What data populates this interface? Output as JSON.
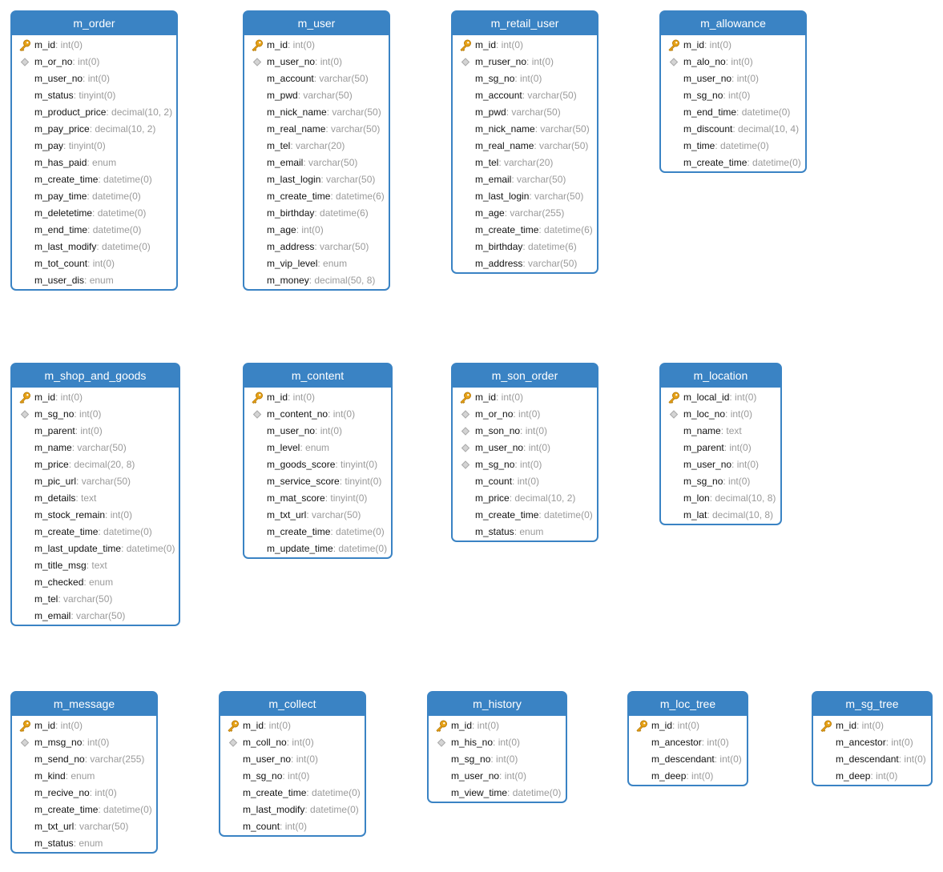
{
  "colors": {
    "header": "#3a83c4",
    "key": "#e0a020",
    "index": "#b8b8b8",
    "type_text": "#9a9a9a"
  },
  "icons": {
    "primary_key": "key-icon",
    "indexed": "diamond-icon"
  },
  "tables": [
    {
      "name": "m_order",
      "columns": [
        {
          "name": "m_id",
          "type": ": int(0)",
          "key": "pk"
        },
        {
          "name": "m_or_no",
          "type": ": int(0)",
          "key": "idx"
        },
        {
          "name": "m_user_no",
          "type": ": int(0)",
          "key": ""
        },
        {
          "name": "m_status",
          "type": ": tinyint(0)",
          "key": ""
        },
        {
          "name": "m_product_price",
          "type": ": decimal(10, 2)",
          "key": ""
        },
        {
          "name": "m_pay_price",
          "type": ": decimal(10, 2)",
          "key": ""
        },
        {
          "name": "m_pay",
          "type": ": tinyint(0)",
          "key": ""
        },
        {
          "name": "m_has_paid",
          "type": ": enum",
          "key": ""
        },
        {
          "name": "m_create_time",
          "type": ": datetime(0)",
          "key": ""
        },
        {
          "name": "m_pay_time",
          "type": ": datetime(0)",
          "key": ""
        },
        {
          "name": "m_deletetime",
          "type": ": datetime(0)",
          "key": ""
        },
        {
          "name": "m_end_time",
          "type": ": datetime(0)",
          "key": ""
        },
        {
          "name": "m_last_modify",
          "type": ": datetime(0)",
          "key": ""
        },
        {
          "name": "m_tot_count",
          "type": ": int(0)",
          "key": ""
        },
        {
          "name": "m_user_dis",
          "type": ": enum",
          "key": ""
        }
      ]
    },
    {
      "name": "m_user",
      "columns": [
        {
          "name": "m_id",
          "type": ": int(0)",
          "key": "pk"
        },
        {
          "name": "m_user_no",
          "type": ": int(0)",
          "key": "idx"
        },
        {
          "name": "m_account",
          "type": ": varchar(50)",
          "key": ""
        },
        {
          "name": "m_pwd",
          "type": ": varchar(50)",
          "key": ""
        },
        {
          "name": "m_nick_name",
          "type": ": varchar(50)",
          "key": ""
        },
        {
          "name": "m_real_name",
          "type": ": varchar(50)",
          "key": ""
        },
        {
          "name": "m_tel",
          "type": ": varchar(20)",
          "key": ""
        },
        {
          "name": "m_email",
          "type": ": varchar(50)",
          "key": ""
        },
        {
          "name": "m_last_login",
          "type": ": varchar(50)",
          "key": ""
        },
        {
          "name": "m_create_time",
          "type": ": datetime(6)",
          "key": ""
        },
        {
          "name": "m_birthday",
          "type": ": datetime(6)",
          "key": ""
        },
        {
          "name": "m_age",
          "type": ": int(0)",
          "key": ""
        },
        {
          "name": "m_address",
          "type": ": varchar(50)",
          "key": ""
        },
        {
          "name": "m_vip_level",
          "type": ": enum",
          "key": ""
        },
        {
          "name": "m_money",
          "type": ": decimal(50, 8)",
          "key": ""
        }
      ]
    },
    {
      "name": "m_retail_user",
      "columns": [
        {
          "name": "m_id",
          "type": ": int(0)",
          "key": "pk"
        },
        {
          "name": "m_ruser_no",
          "type": ": int(0)",
          "key": "idx"
        },
        {
          "name": "m_sg_no",
          "type": ": int(0)",
          "key": ""
        },
        {
          "name": "m_account",
          "type": ": varchar(50)",
          "key": ""
        },
        {
          "name": "m_pwd",
          "type": ": varchar(50)",
          "key": ""
        },
        {
          "name": "m_nick_name",
          "type": ": varchar(50)",
          "key": ""
        },
        {
          "name": "m_real_name",
          "type": ": varchar(50)",
          "key": ""
        },
        {
          "name": "m_tel",
          "type": ": varchar(20)",
          "key": ""
        },
        {
          "name": "m_email",
          "type": ": varchar(50)",
          "key": ""
        },
        {
          "name": "m_last_login",
          "type": ": varchar(50)",
          "key": ""
        },
        {
          "name": "m_age",
          "type": ": varchar(255)",
          "key": ""
        },
        {
          "name": "m_create_time",
          "type": ": datetime(6)",
          "key": ""
        },
        {
          "name": "m_birthday",
          "type": ": datetime(6)",
          "key": ""
        },
        {
          "name": "m_address",
          "type": ": varchar(50)",
          "key": ""
        }
      ]
    },
    {
      "name": "m_allowance",
      "columns": [
        {
          "name": "m_id",
          "type": ": int(0)",
          "key": "pk"
        },
        {
          "name": "m_alo_no",
          "type": ": int(0)",
          "key": "idx"
        },
        {
          "name": "m_user_no",
          "type": ": int(0)",
          "key": ""
        },
        {
          "name": "m_sg_no",
          "type": ": int(0)",
          "key": ""
        },
        {
          "name": "m_end_time",
          "type": ": datetime(0)",
          "key": ""
        },
        {
          "name": "m_discount",
          "type": ": decimal(10, 4)",
          "key": ""
        },
        {
          "name": "m_time",
          "type": ": datetime(0)",
          "key": ""
        },
        {
          "name": "m_create_time",
          "type": ": datetime(0)",
          "key": ""
        }
      ]
    },
    {
      "name": "m_shop_and_goods",
      "columns": [
        {
          "name": "m_id",
          "type": ": int(0)",
          "key": "pk"
        },
        {
          "name": "m_sg_no",
          "type": ": int(0)",
          "key": "idx"
        },
        {
          "name": "m_parent",
          "type": ": int(0)",
          "key": ""
        },
        {
          "name": "m_name",
          "type": ": varchar(50)",
          "key": ""
        },
        {
          "name": "m_price",
          "type": ": decimal(20, 8)",
          "key": ""
        },
        {
          "name": "m_pic_url",
          "type": ": varchar(50)",
          "key": ""
        },
        {
          "name": "m_details",
          "type": ": text",
          "key": ""
        },
        {
          "name": "m_stock_remain",
          "type": ": int(0)",
          "key": ""
        },
        {
          "name": "m_create_time",
          "type": ": datetime(0)",
          "key": ""
        },
        {
          "name": "m_last_update_time",
          "type": ": datetime(0)",
          "key": ""
        },
        {
          "name": "m_title_msg",
          "type": ": text",
          "key": ""
        },
        {
          "name": "m_checked",
          "type": ": enum",
          "key": ""
        },
        {
          "name": "m_tel",
          "type": ": varchar(50)",
          "key": ""
        },
        {
          "name": "m_email",
          "type": ": varchar(50)",
          "key": ""
        }
      ]
    },
    {
      "name": "m_content",
      "columns": [
        {
          "name": "m_id",
          "type": ": int(0)",
          "key": "pk"
        },
        {
          "name": "m_content_no",
          "type": ": int(0)",
          "key": "idx"
        },
        {
          "name": "m_user_no",
          "type": ": int(0)",
          "key": ""
        },
        {
          "name": "m_level",
          "type": ": enum",
          "key": ""
        },
        {
          "name": "m_goods_score",
          "type": ": tinyint(0)",
          "key": ""
        },
        {
          "name": "m_service_score",
          "type": ": tinyint(0)",
          "key": ""
        },
        {
          "name": "m_mat_score",
          "type": ": tinyint(0)",
          "key": ""
        },
        {
          "name": "m_txt_url",
          "type": ": varchar(50)",
          "key": ""
        },
        {
          "name": "m_create_time",
          "type": ": datetime(0)",
          "key": ""
        },
        {
          "name": "m_update_time",
          "type": ": datetime(0)",
          "key": ""
        }
      ]
    },
    {
      "name": "m_son_order",
      "columns": [
        {
          "name": "m_id",
          "type": ": int(0)",
          "key": "pk"
        },
        {
          "name": "m_or_no",
          "type": ": int(0)",
          "key": "idx"
        },
        {
          "name": "m_son_no",
          "type": ": int(0)",
          "key": "idx"
        },
        {
          "name": "m_user_no",
          "type": ": int(0)",
          "key": "idx"
        },
        {
          "name": "m_sg_no",
          "type": ": int(0)",
          "key": "idx"
        },
        {
          "name": "m_count",
          "type": ": int(0)",
          "key": ""
        },
        {
          "name": "m_price",
          "type": ": decimal(10, 2)",
          "key": ""
        },
        {
          "name": "m_create_time",
          "type": ": datetime(0)",
          "key": ""
        },
        {
          "name": "m_status",
          "type": ": enum",
          "key": ""
        }
      ]
    },
    {
      "name": "m_location",
      "columns": [
        {
          "name": "m_local_id",
          "type": ": int(0)",
          "key": "pk"
        },
        {
          "name": "m_loc_no",
          "type": ": int(0)",
          "key": "idx"
        },
        {
          "name": "m_name",
          "type": ": text",
          "key": ""
        },
        {
          "name": "m_parent",
          "type": ": int(0)",
          "key": ""
        },
        {
          "name": "m_user_no",
          "type": ": int(0)",
          "key": ""
        },
        {
          "name": "m_sg_no",
          "type": ": int(0)",
          "key": ""
        },
        {
          "name": "m_lon",
          "type": ": decimal(10, 8)",
          "key": ""
        },
        {
          "name": "m_lat",
          "type": ": decimal(10, 8)",
          "key": ""
        }
      ]
    },
    {
      "name": "m_message",
      "columns": [
        {
          "name": "m_id",
          "type": ": int(0)",
          "key": "pk"
        },
        {
          "name": "m_msg_no",
          "type": ": int(0)",
          "key": "idx"
        },
        {
          "name": "m_send_no",
          "type": ": varchar(255)",
          "key": ""
        },
        {
          "name": "m_kind",
          "type": ": enum",
          "key": ""
        },
        {
          "name": "m_recive_no",
          "type": ": int(0)",
          "key": ""
        },
        {
          "name": "m_create_time",
          "type": ": datetime(0)",
          "key": ""
        },
        {
          "name": "m_txt_url",
          "type": ": varchar(50)",
          "key": ""
        },
        {
          "name": "m_status",
          "type": ": enum",
          "key": ""
        }
      ]
    },
    {
      "name": "m_collect",
      "columns": [
        {
          "name": "m_id",
          "type": ": int(0)",
          "key": "pk"
        },
        {
          "name": "m_coll_no",
          "type": ": int(0)",
          "key": "idx"
        },
        {
          "name": "m_user_no",
          "type": ": int(0)",
          "key": ""
        },
        {
          "name": "m_sg_no",
          "type": ": int(0)",
          "key": ""
        },
        {
          "name": "m_create_time",
          "type": ": datetime(0)",
          "key": ""
        },
        {
          "name": "m_last_modify",
          "type": ": datetime(0)",
          "key": ""
        },
        {
          "name": "m_count",
          "type": ": int(0)",
          "key": ""
        }
      ]
    },
    {
      "name": "m_history",
      "columns": [
        {
          "name": "m_id",
          "type": ": int(0)",
          "key": "pk"
        },
        {
          "name": "m_his_no",
          "type": ": int(0)",
          "key": "idx"
        },
        {
          "name": "m_sg_no",
          "type": ": int(0)",
          "key": ""
        },
        {
          "name": "m_user_no",
          "type": ": int(0)",
          "key": ""
        },
        {
          "name": "m_view_time",
          "type": ": datetime(0)",
          "key": ""
        }
      ]
    },
    {
      "name": "m_loc_tree",
      "columns": [
        {
          "name": "m_id",
          "type": ": int(0)",
          "key": "pk"
        },
        {
          "name": "m_ancestor",
          "type": ": int(0)",
          "key": ""
        },
        {
          "name": "m_descendant",
          "type": ": int(0)",
          "key": ""
        },
        {
          "name": "m_deep",
          "type": ": int(0)",
          "key": ""
        }
      ]
    },
    {
      "name": "m_sg_tree",
      "columns": [
        {
          "name": "m_id",
          "type": ": int(0)",
          "key": "pk"
        },
        {
          "name": "m_ancestor",
          "type": ": int(0)",
          "key": ""
        },
        {
          "name": "m_descendant",
          "type": ": int(0)",
          "key": ""
        },
        {
          "name": "m_deep",
          "type": ": int(0)",
          "key": ""
        }
      ]
    }
  ]
}
